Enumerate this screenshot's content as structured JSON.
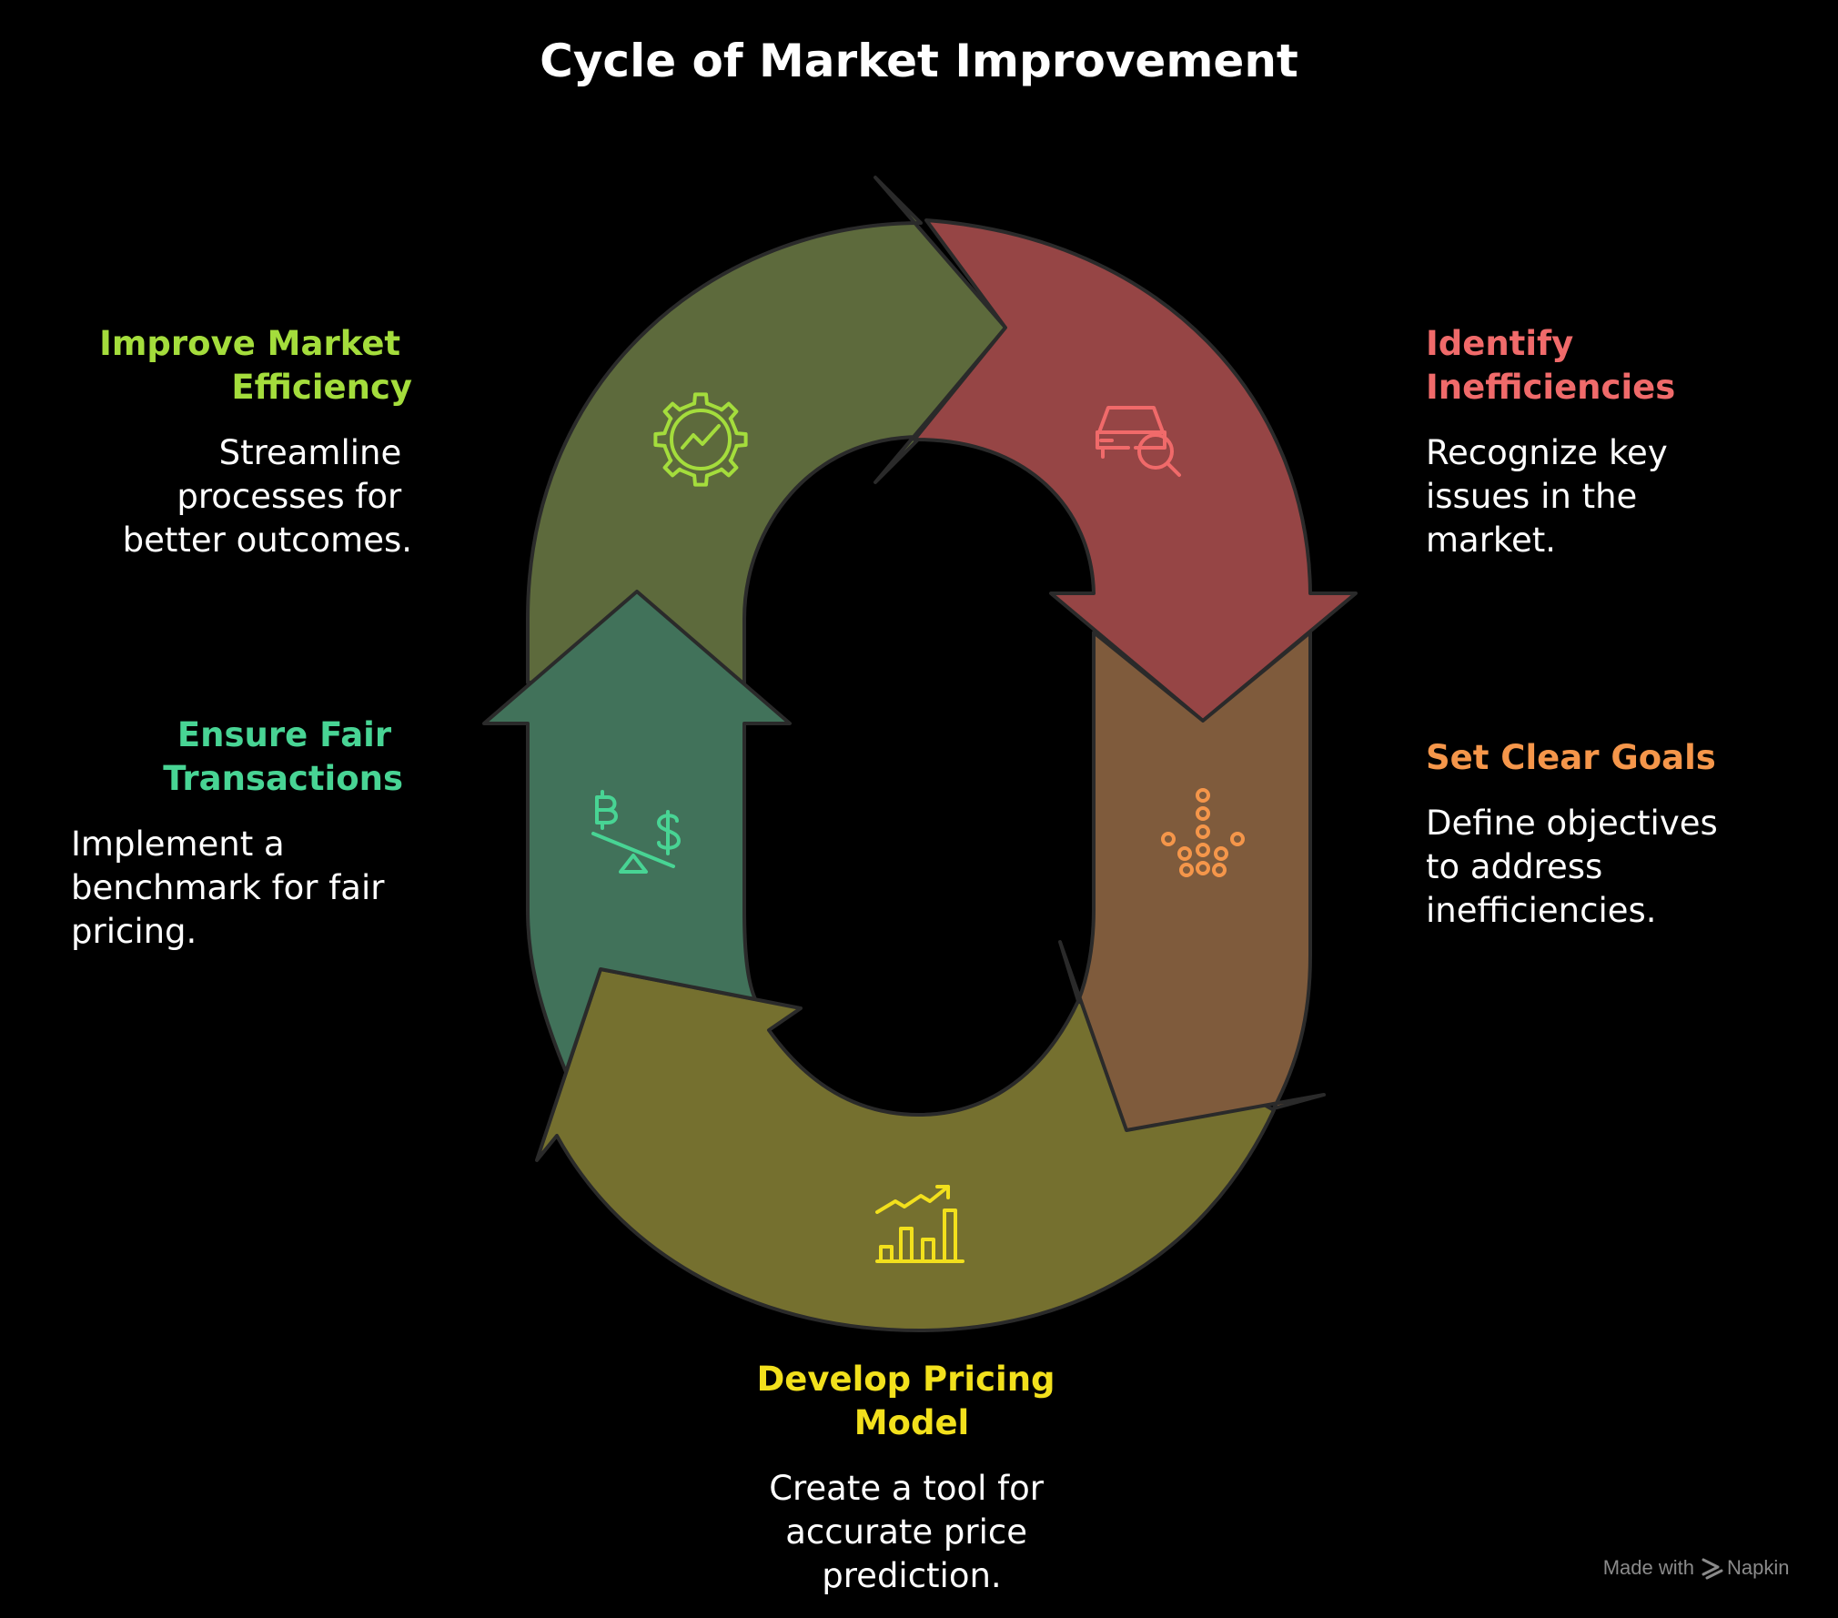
{
  "title": "Cycle of Market Improvement",
  "steps": [
    {
      "heading_lines": [
        "Identify",
        "Inefficiencies"
      ],
      "desc_lines": [
        "Recognize key",
        "issues in the",
        "market."
      ],
      "color": "#f06a6a",
      "fill": "#964545",
      "icon": "car-search-icon"
    },
    {
      "heading_lines": [
        "Set Clear Goals"
      ],
      "desc_lines": [
        "Define objectives",
        "to address",
        "inefficiencies."
      ],
      "color": "#f5964a",
      "fill": "#7f5b3c",
      "icon": "converging-dots-icon"
    },
    {
      "heading_lines": [
        "Develop Pricing",
        "Model"
      ],
      "desc_lines": [
        "Create a tool for",
        "accurate price",
        "prediction."
      ],
      "color": "#f2e01c",
      "fill": "#75702f",
      "icon": "bar-chart-trend-icon"
    },
    {
      "heading_lines": [
        "Ensure Fair",
        "Transactions"
      ],
      "desc_lines": [
        "Implement a",
        "benchmark for fair",
        "pricing."
      ],
      "color": "#48d494",
      "fill": "#41725a",
      "icon": "currency-balance-icon"
    },
    {
      "heading_lines": [
        "Improve Market",
        "Efficiency"
      ],
      "desc_lines": [
        "Streamline",
        "processes for",
        "better outcomes."
      ],
      "color": "#a4dd3c",
      "fill": "#5d6a3c",
      "icon": "gear-trend-icon"
    }
  ],
  "footer": {
    "made_with": "Made with",
    "brand": "Napkin"
  }
}
